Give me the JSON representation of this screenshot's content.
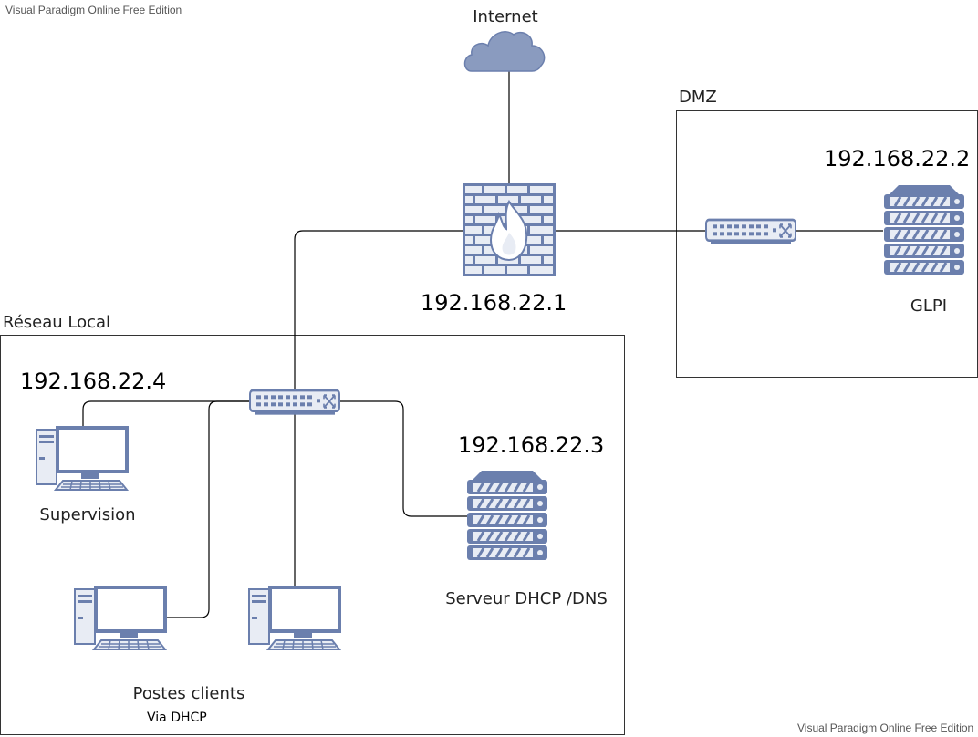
{
  "watermark": {
    "top_left": "Visual Paradigm Online Free Edition",
    "bottom_right": "Visual Paradigm Online Free Edition"
  },
  "zones": {
    "dmz": {
      "label": "DMZ"
    },
    "lan": {
      "label": "Réseau Local"
    }
  },
  "internet": {
    "label": "Internet",
    "icon": "cloud-icon"
  },
  "firewall": {
    "ip": "192.168.22.1",
    "icon": "firewall-icon"
  },
  "dmz_switch": {
    "icon": "switch-icon"
  },
  "glpi": {
    "ip": "192.168.22.2",
    "label": "GLPI",
    "icon": "server-icon"
  },
  "lan_switch": {
    "icon": "switch-icon"
  },
  "supervision": {
    "ip": "192.168.22.4",
    "label": "Supervision",
    "icon": "desktop-icon"
  },
  "dhcp_server": {
    "ip": "192.168.22.3",
    "label": "Serveur DHCP /DNS",
    "icon": "server-icon"
  },
  "clients": {
    "label": "Postes clients",
    "sublabel": "Via DHCP",
    "icon": "desktop-icon"
  },
  "colors": {
    "icon_fill": "#6b7fad",
    "icon_light": "#e8ecf4",
    "cloud_fill": "#8a9bbf",
    "line": "#000000"
  }
}
